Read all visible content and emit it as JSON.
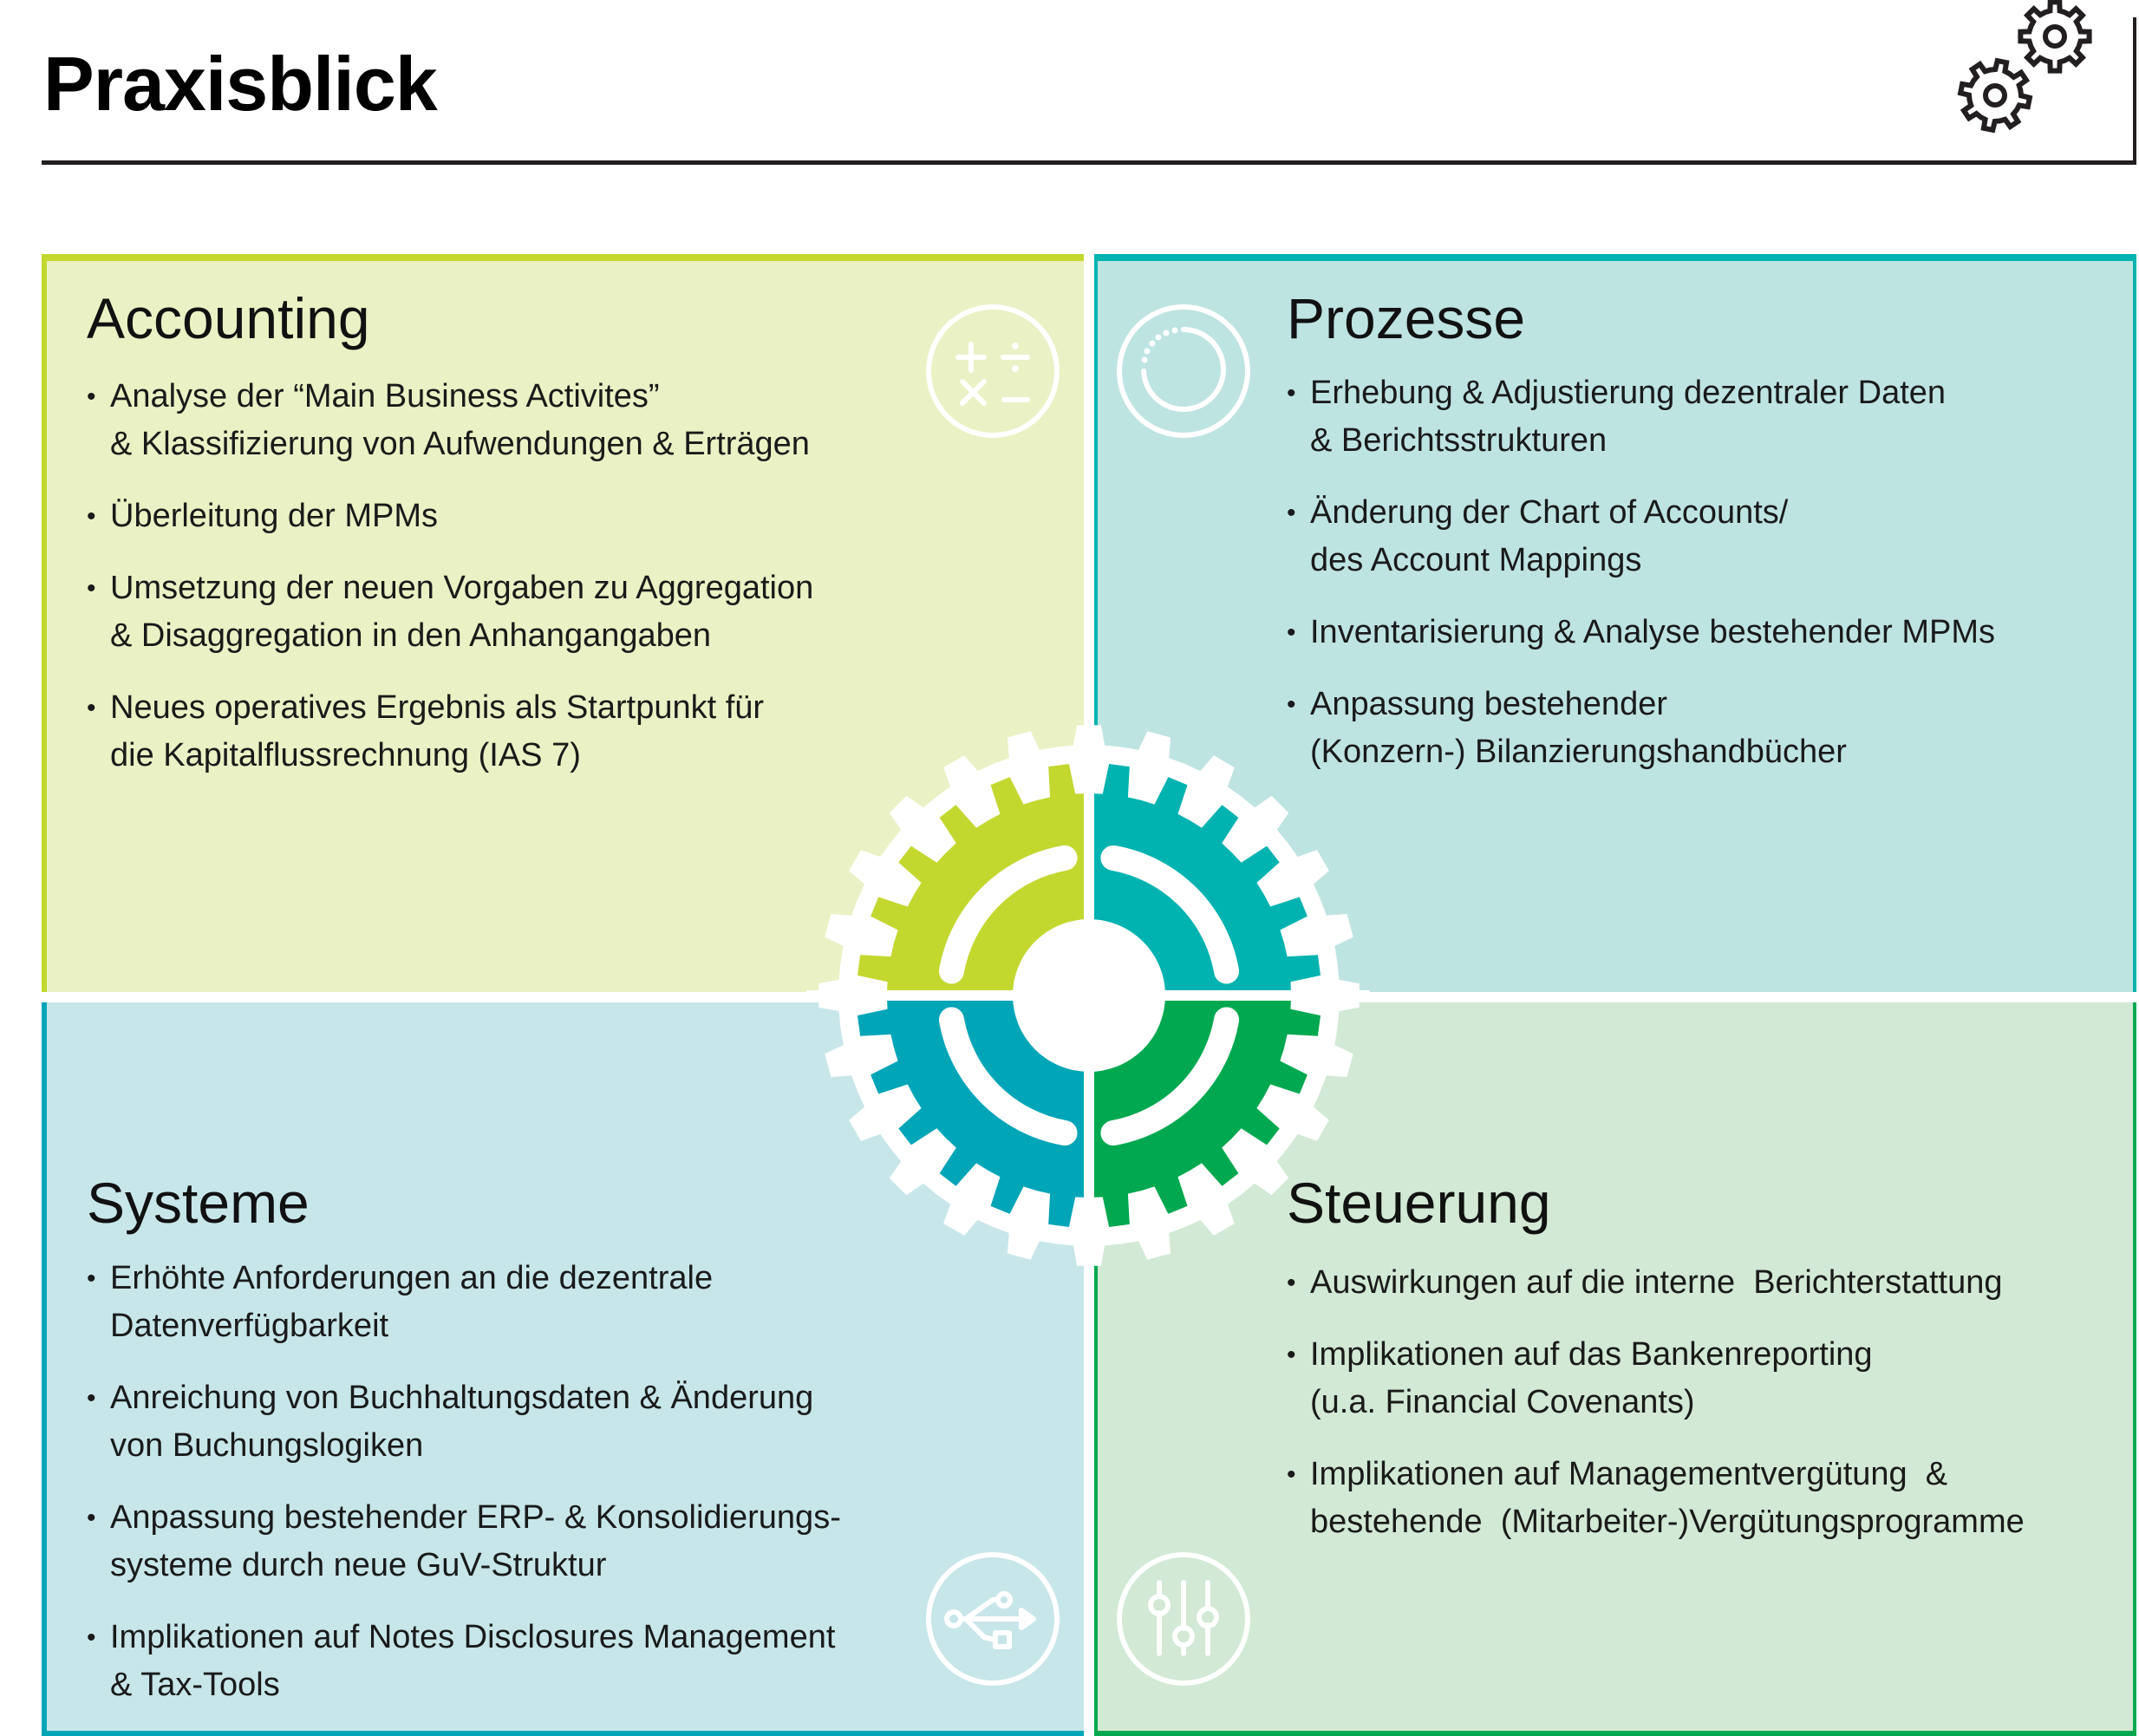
{
  "header": {
    "title": "Praxisblick",
    "icon": "gears-icon"
  },
  "colors": {
    "accounting": "#c2d82f",
    "prozesse": "#00b3b0",
    "systeme": "#00a5b8",
    "steuerung": "#00a84f",
    "accounting_bg": "#eaf1c4",
    "prozesse_bg": "#bee4e1",
    "systeme_bg": "#c7e6e9",
    "steuerung_bg": "#d1e9d5"
  },
  "sections": {
    "accounting": {
      "title": "Accounting",
      "icon": "calculator-operations-icon",
      "items": [
        {
          "lines": [
            "Analyse der “Main Business Activites”",
            "& Klassifizierung von Aufwendungen & Erträgen"
          ]
        },
        {
          "lines": [
            "Überleitung der MPMs"
          ]
        },
        {
          "lines": [
            "Umsetzung der neuen Vorgaben zu Aggregation",
            "& Disaggregation in den Anhangangaben"
          ]
        },
        {
          "lines": [
            "Neues operatives Ergebnis als Startpunkt für",
            "die Kapitalflussrechnung (IAS 7)"
          ]
        }
      ]
    },
    "prozesse": {
      "title": "Prozesse",
      "icon": "process-cycle-icon",
      "items": [
        {
          "lines": [
            "Erhebung & Adjustierung dezentraler Daten",
            "& Berichtsstrukturen"
          ]
        },
        {
          "lines": [
            "Änderung der Chart of Accounts/",
            "des Account Mappings"
          ]
        },
        {
          "lines": [
            "Inventarisierung & Analyse bestehender MPMs"
          ]
        },
        {
          "lines": [
            "Anpassung bestehender",
            "(Konzern-) Bilanzierungshandbücher"
          ]
        }
      ]
    },
    "systeme": {
      "title": "Systeme",
      "icon": "usb-icon",
      "items": [
        {
          "lines": [
            "Erhöhte Anforderungen an die dezentrale",
            "Datenverfügbarkeit"
          ]
        },
        {
          "lines": [
            "Anreichung von Buchhaltungsdaten & Änderung",
            "von Buchungslogiken"
          ]
        },
        {
          "lines": [
            "Anpassung bestehender ERP- & Konsolidierungs-",
            "systeme durch neue GuV-Struktur"
          ]
        },
        {
          "lines": [
            "Implikationen auf Notes Disclosures Management",
            "& Tax-Tools"
          ]
        }
      ]
    },
    "steuerung": {
      "title": "Steuerung",
      "icon": "sliders-icon",
      "items": [
        {
          "lines": [
            "Auswirkungen auf die interne  Berichterstattung"
          ]
        },
        {
          "lines": [
            "Implikationen auf das Bankenreporting",
            "(u.a. Financial Covenants)"
          ]
        },
        {
          "lines": [
            "Implikationen auf Managementvergütung  &",
            "bestehende  (Mitarbeiter-)Vergütungsprogramme"
          ]
        }
      ]
    }
  }
}
